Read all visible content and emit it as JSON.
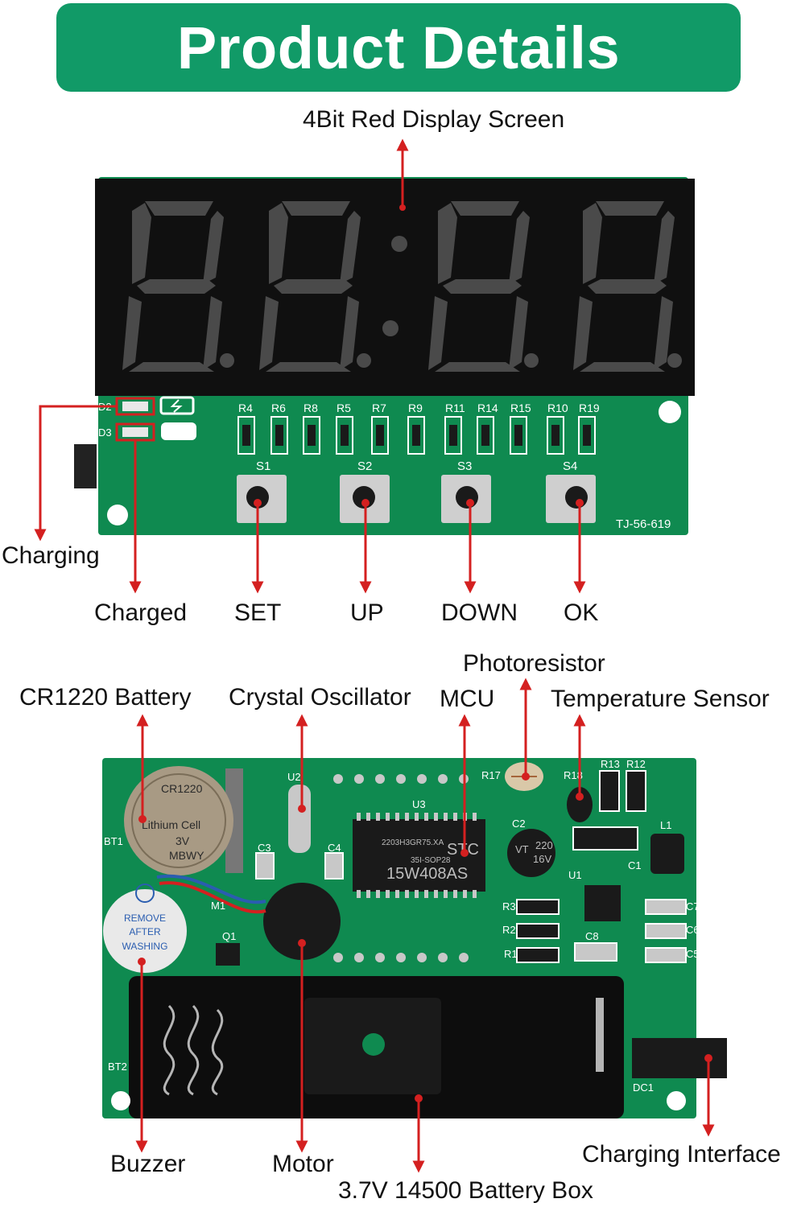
{
  "banner": {
    "title": "Product Details"
  },
  "colors": {
    "banner": "#119a67",
    "pcb": "#0f8a50",
    "display": "#101010",
    "arrow": "#d42020",
    "segment": "#4a4a4a"
  },
  "labels": {
    "display_screen": "4Bit Red Display Screen",
    "charging": "Charging",
    "charged": "Charged",
    "set": "SET",
    "up": "UP",
    "down": "DOWN",
    "ok": "OK",
    "photoresistor": "Photoresistor",
    "battery": "CR1220 Battery",
    "crystal": "Crystal Oscillator",
    "mcu": "MCU",
    "temp_sensor": "Temperature Sensor",
    "buzzer": "Buzzer",
    "motor": "Motor",
    "battery_box": "3.7V 14500 Battery Box",
    "charging_interface": "Charging Interface"
  },
  "board_top": {
    "resistors": [
      "R4",
      "R6",
      "R8",
      "R5",
      "R7",
      "R9",
      "R11",
      "R14",
      "R15",
      "R10",
      "R19"
    ],
    "switches": [
      "S1",
      "S2",
      "S3",
      "S4"
    ],
    "leds": [
      "D2",
      "D3"
    ],
    "model": "TJ-56-619"
  },
  "board_bottom": {
    "silk": [
      "R17",
      "R18",
      "R13",
      "R12",
      "U2",
      "U3",
      "C2",
      "C3",
      "C4",
      "L1",
      "U1",
      "C1",
      "M1",
      "Q1",
      "R3",
      "R2",
      "R1",
      "C8",
      "C7",
      "C6",
      "C5",
      "BT1",
      "BT2",
      "DC1"
    ],
    "coin_cell": [
      "CR1220",
      "Lithium Cell",
      "3V",
      "MBWY"
    ],
    "buzzer_sticker": [
      "REMOVE",
      "AFTER",
      "WASHING"
    ],
    "chip_text": [
      "STC",
      "15W408AS",
      "35I-SOP28",
      "2203H3GR75.XA"
    ],
    "cap_text": [
      "220",
      "16V",
      "VT"
    ]
  }
}
